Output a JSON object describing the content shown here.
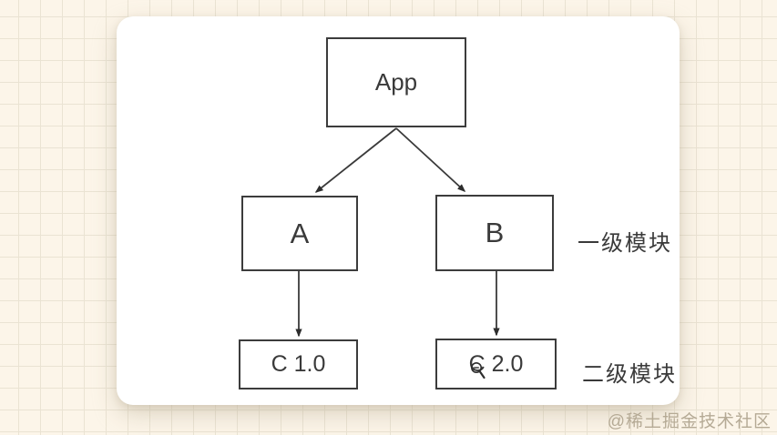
{
  "diagram": {
    "nodes": {
      "app": {
        "label": "App"
      },
      "a": {
        "label": "A"
      },
      "b": {
        "label": "B"
      },
      "c1": {
        "label": "C 1.0"
      },
      "c2": {
        "label": "C 2.0"
      }
    },
    "edges": [
      {
        "from": "App",
        "to": "A"
      },
      {
        "from": "App",
        "to": "B"
      },
      {
        "from": "A",
        "to": "C 1.0"
      },
      {
        "from": "B",
        "to": "C 2.0"
      }
    ],
    "annotations": {
      "level1_label": "一级模块",
      "level2_label": "二级模块"
    }
  },
  "icons": {
    "cursor": "magnifier-zoom-out-icon"
  },
  "watermark": {
    "text": "@稀土掘金技术社区"
  },
  "colors": {
    "page_background": "#fcf5e9",
    "grid_line": "#eae3d3",
    "card_background": "#ffffff",
    "node_border": "#3c3c3c",
    "node_text": "#3a3a3a",
    "arrow": "#3a3a3a",
    "watermark": "#b5aa95"
  }
}
